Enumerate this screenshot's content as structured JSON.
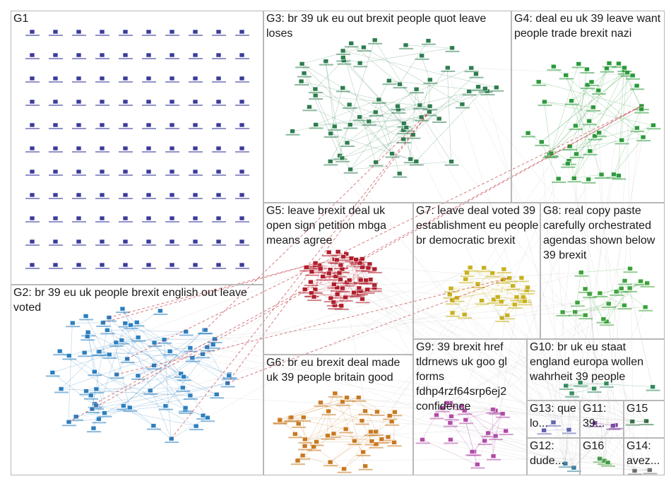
{
  "graph": {
    "groups": [
      {
        "id": "G1",
        "label": "G1",
        "color": "#3b3b9a"
      },
      {
        "id": "G2",
        "label": "G2: br 39 eu uk people brexit english out leave voted",
        "color": "#2a7fc0"
      },
      {
        "id": "G3",
        "label": "G3: br 39 uk eu out brexit people quot leave loses",
        "color": "#2e7d4f"
      },
      {
        "id": "G4",
        "label": "G4: deal eu uk 39 leave want people trade brexit nazi",
        "color": "#2a9a3a"
      },
      {
        "id": "G5",
        "label": "G5: leave brexit deal uk open sign petition mbga means agree",
        "color": "#b01c2a"
      },
      {
        "id": "G6",
        "label": "G6: br eu brexit deal made uk 39 people britain good",
        "color": "#c8781e"
      },
      {
        "id": "G7",
        "label": "G7: leave deal voted 39 establishment eu people br democratic brexit",
        "color": "#c9b21a"
      },
      {
        "id": "G8",
        "label": "G8: real copy paste carefully orchestrated agendas shown below 39 brexit",
        "color": "#3aa23a"
      },
      {
        "id": "G9",
        "label": "G9: 39 brexit href tldrnews uk goo gl forms fdhp4rzf64srp6ej2 confidence",
        "color": "#b04aa6"
      },
      {
        "id": "G10",
        "label": "G10: br uk eu staat england europa wollen wahrheit 39 people",
        "color": "#2a8a5a"
      },
      {
        "id": "G13",
        "label": "G13: que lo...",
        "color": "#5a5ab0"
      },
      {
        "id": "G11",
        "label": "G11: 39...",
        "color": "#7a3aa0"
      },
      {
        "id": "G15",
        "label": "G15",
        "color": "#2a6a3a"
      },
      {
        "id": "G12",
        "label": "G12: dude...",
        "color": "#2a7a9a"
      },
      {
        "id": "G16",
        "label": "G16",
        "color": "#3a9a3a"
      },
      {
        "id": "G14",
        "label": "G14: avez...",
        "color": "#6a6a6a"
      }
    ]
  }
}
